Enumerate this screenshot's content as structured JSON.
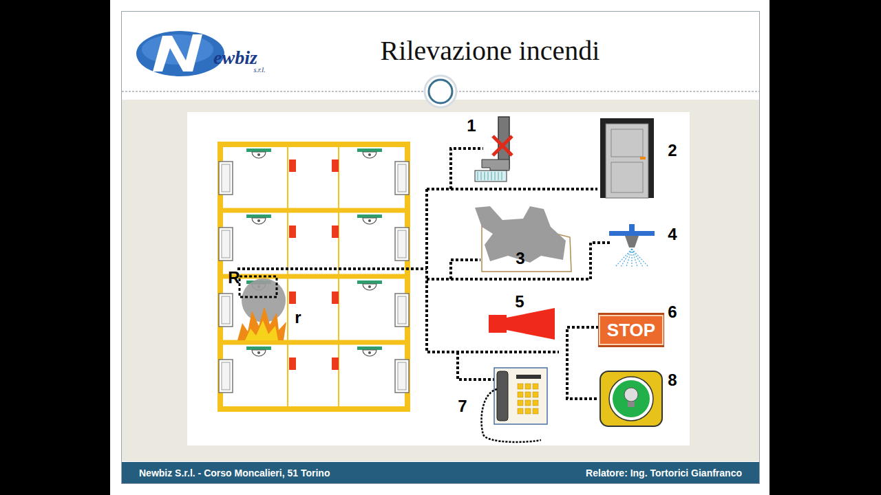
{
  "diagram": {
    "title": "Rilevazione incendi",
    "nodes": [
      {
        "text": [
          "STOP"
        ]
      },
      {
        "text": [
          "Newbiz S.r.l. - Corso Moncalieri, 51 Torino",
          "Relatore: Ing. Tortorici Gianfranco"
        ]
      }
    ],
    "labels": [
      "ewbiz",
      "s.r.l.",
      "1",
      "2",
      "3",
      "4",
      "5",
      "6",
      "7",
      "8",
      "R",
      "r"
    ]
  }
}
